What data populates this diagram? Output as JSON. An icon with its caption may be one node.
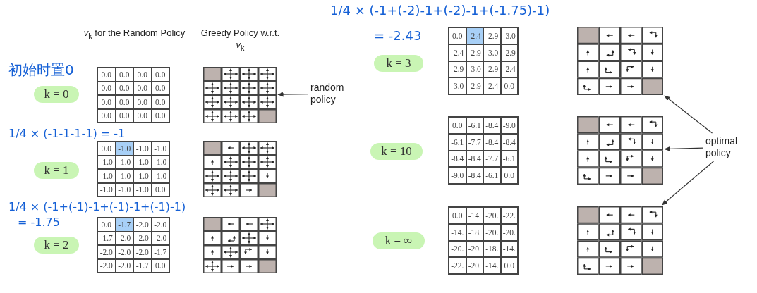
{
  "diagram": {
    "nodes": [
      {
        "text": [
          "k = 0"
        ]
      },
      {
        "text": [],
        "shape": "picture"
      },
      {
        "text": [
          "random policy"
        ]
      },
      {
        "text": [
          "k = 1"
        ]
      },
      {
        "text": [],
        "shape": "picture"
      },
      {
        "text": [
          "k = 2"
        ]
      },
      {
        "text": [],
        "shape": "picture"
      },
      {
        "text": [
          "k = 3"
        ]
      },
      {
        "text": [],
        "shape": "picture"
      },
      {
        "text": [
          "k = 10"
        ]
      },
      {
        "text": [],
        "shape": "picture"
      },
      {
        "text": [
          "optimal policy"
        ]
      },
      {
        "text": [
          "k = ∞"
        ]
      },
      {
        "text": [],
        "shape": "picture"
      }
    ],
    "edges": [
      {
        "from": 2,
        "to": 1,
        "arrow": "to"
      },
      {
        "from": 11,
        "to": 8,
        "arrow": "to"
      },
      {
        "from": 11,
        "to": 10,
        "arrow": "to"
      },
      {
        "from": 11,
        "to": 13,
        "arrow": "to"
      }
    ],
    "labels": [
      "*v*$_{k}$ for the Random Policy",
      "Greedy Policy w.r.t. *v*$_{k}$",
      "初始时置0",
      "0.0",
      "0.0",
      "0.0",
      "0.0",
      "0.0",
      "0.0",
      "0.0",
      "0.0",
      "0.0",
      "0.0",
      "0.0",
      "0.0",
      "0.0",
      "0.0",
      "0.0",
      "0.0",
      "1/4 × (-1-1-1-1) = -1",
      "0.0",
      "-1.0",
      "-1.0",
      "-1.0",
      "-1.0",
      "-1.0",
      "-1.0",
      "-1.0",
      "-1.0",
      "-1.0",
      "-1.0",
      "-1.0",
      "-1.0",
      "-1.0",
      "-1.0",
      "0.0",
      "1/4 × (-1+(-1)-1+(-1)-1+(-1)-1)",
      "= -1.75",
      "0.0",
      "-1.7",
      "-2.0",
      "-2.0",
      "-1.7",
      "-2.0",
      "-2.0",
      "-2.0",
      "-2.0",
      "-2.0",
      "-2.0",
      "-1.7",
      "-2.0",
      "-2.0",
      "-1.7",
      "0.0",
      "1/4 × (-1+(-2)-1+(-2)-1+(-1.75)-1)",
      "= -2.43",
      "0.0",
      "-2.4",
      "-2.9",
      "-3.0",
      "-2.4",
      "-2.9",
      "-3.0",
      "-2.9",
      "-2.9",
      "-3.0",
      "-2.9",
      "-2.4",
      "-3.0",
      "-2.9",
      "-2.4",
      "0.0",
      "0.0",
      "-6.1",
      "-8.4",
      "-9.0",
      "-6.1",
      "-7.7",
      "-8.4",
      "-8.4",
      "-8.4",
      "-8.4",
      "-7.7",
      "-6.1",
      "-9.0",
      "-8.4",
      "-6.1",
      "0.0",
      "0.0",
      "-14.",
      "-20.",
      "-22.",
      "-14.",
      "-18.",
      "-20.",
      "-20.",
      "-20.",
      "-20.",
      "-18.",
      "-14.",
      "-22.",
      "-20.",
      "-14.",
      "0.0"
    ]
  }
}
